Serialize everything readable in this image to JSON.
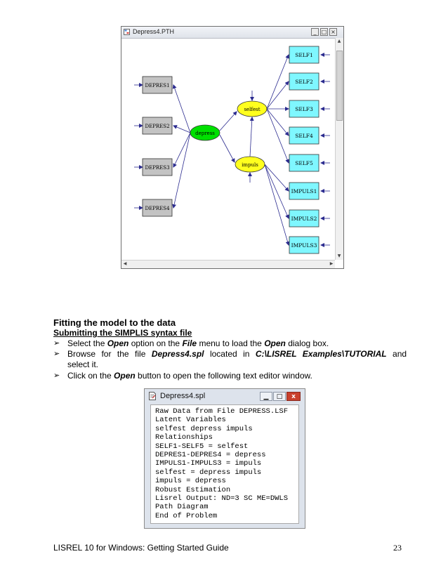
{
  "path_window": {
    "title": "Depress4.PTH",
    "observed": [
      "SELF1",
      "SELF2",
      "SELF3",
      "SELF4",
      "SELF5",
      "IMPULS1",
      "IMPULS2",
      "IMPULS3"
    ],
    "causes": [
      "DEPRES1",
      "DEPRES2",
      "DEPRES3",
      "DEPRES4"
    ],
    "latents": {
      "depress": "depress",
      "selfest": "selfest",
      "impuls": "impuls"
    },
    "colors": {
      "observed_box": "#7ff7ff",
      "cause_box": "#c3c3c3",
      "depress_node": "#00e000",
      "endogenous_node": "#ffff1e",
      "arrow": "#2b2b8f"
    }
  },
  "section": {
    "heading": "Fitting the model to the data",
    "subheading": "Submitting the SIMPLIS syntax file"
  },
  "bullets": {
    "b1": {
      "pre": "Select the ",
      "em1": "Open",
      "mid": " option on the ",
      "em2": "File",
      "mid2": " menu to load the ",
      "em3": "Open",
      "post": " dialog box."
    },
    "b2": {
      "w1": "Browse",
      "w2": "for",
      "w3": "the",
      "w4": "file",
      "em1": "Depress4.spl",
      "w5": "located",
      "w6": "in",
      "em2": "C:\\LISREL Examples\\TUTORIAL",
      "w7": "and",
      "cont": "select it."
    },
    "b3": {
      "pre": "Click on the ",
      "em1": "Open",
      "post": " button to open the following text editor window."
    }
  },
  "editor_window": {
    "title": "Depress4.spl",
    "lines": [
      "Raw Data from File DEPRESS.LSF",
      "Latent Variables",
      "selfest depress impuls",
      "Relationships",
      "SELF1-SELF5 = selfest",
      "DEPRES1-DEPRES4 = depress",
      "IMPULS1-IMPULS3 = impuls",
      "selfest = depress impuls",
      "impuls = depress",
      "Robust Estimation",
      "Lisrel Output: ND=3 SC ME=DWLS",
      "Path Diagram",
      "End of Problem"
    ]
  },
  "footer": {
    "title": "LISREL 10 for Windows: Getting Started Guide",
    "page": "23"
  }
}
